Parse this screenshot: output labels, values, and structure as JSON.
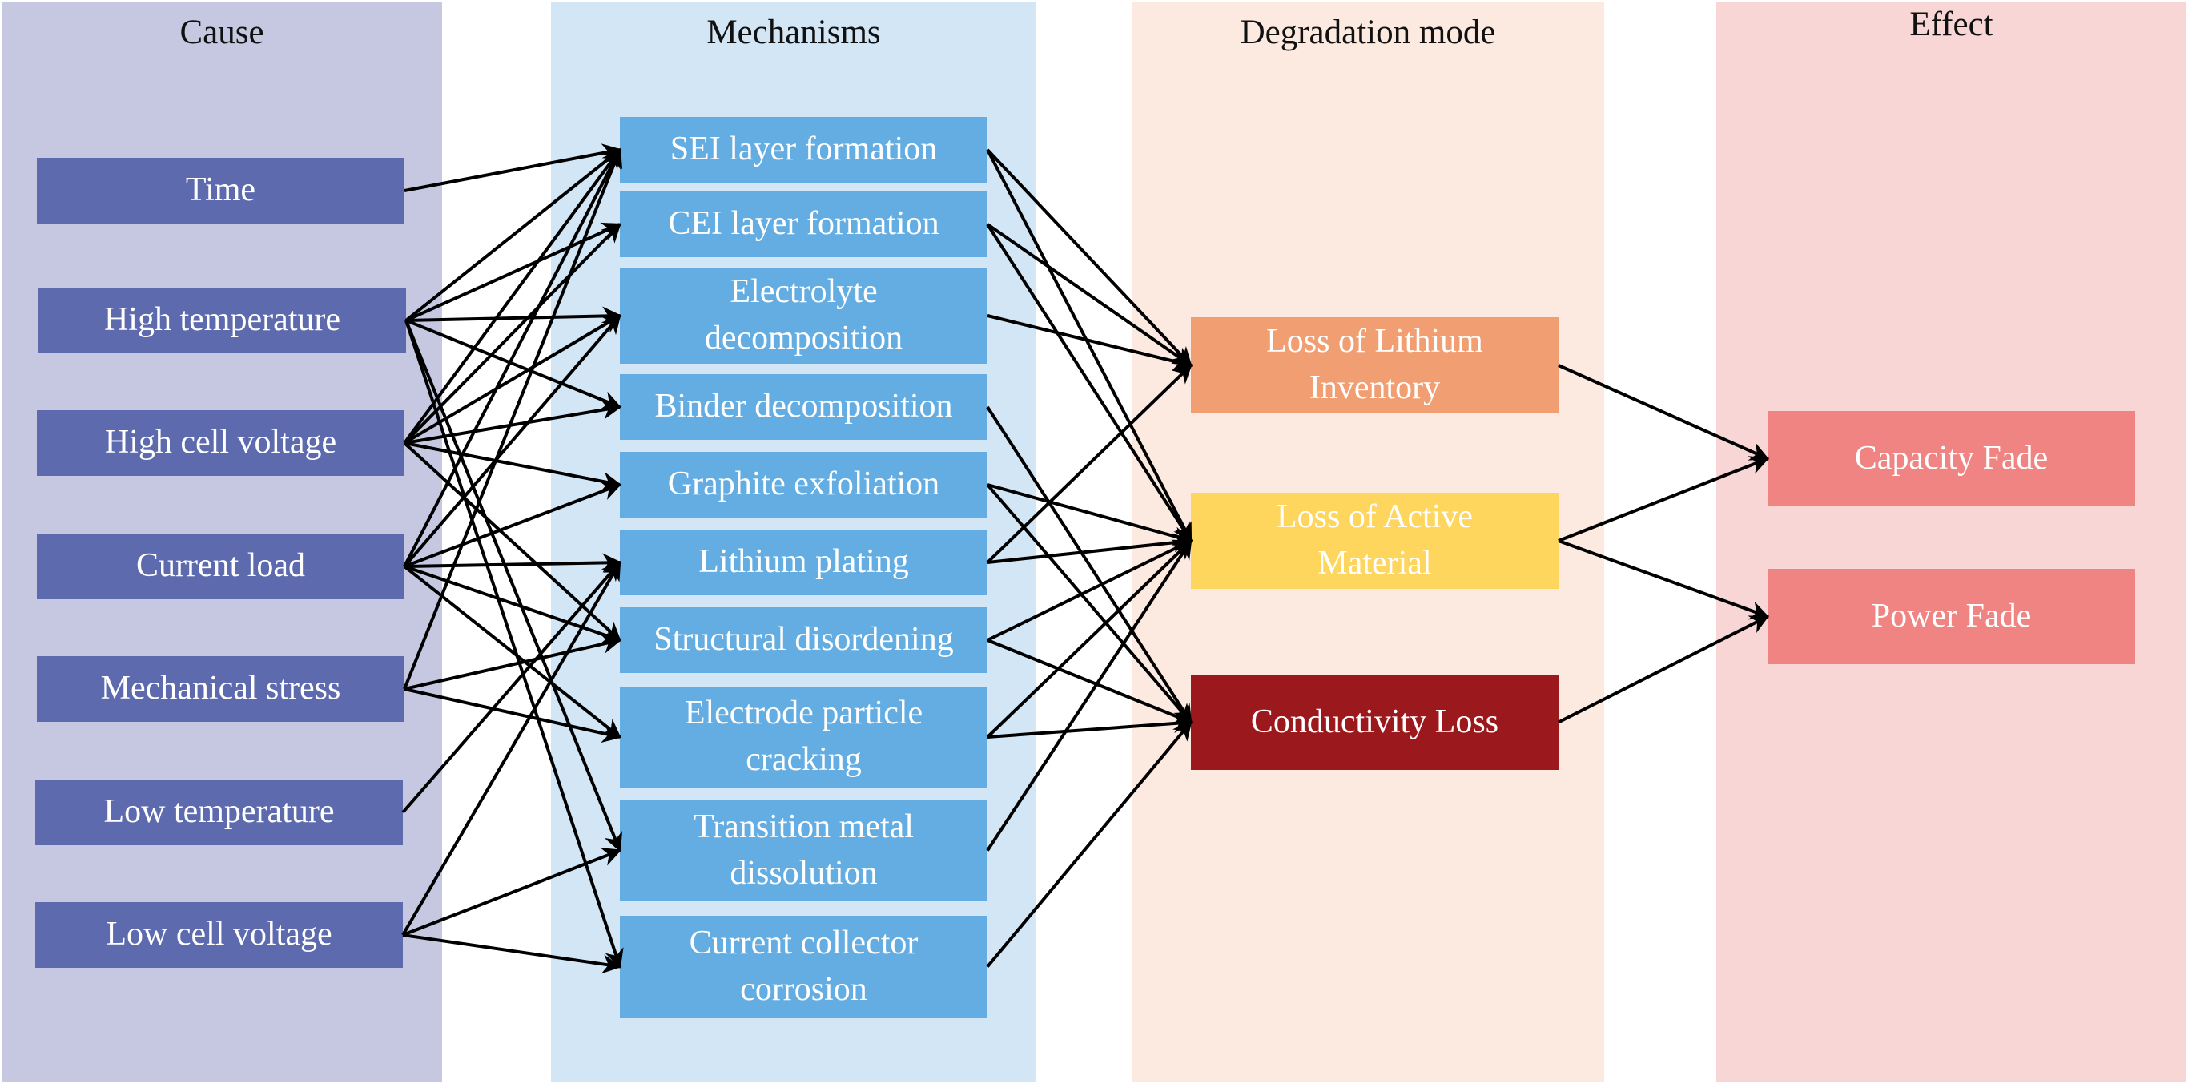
{
  "columns": {
    "cause": "Cause",
    "mechanisms": "Mechanisms",
    "degradation": "Degradation mode",
    "effect": "Effect"
  },
  "colors": {
    "cause_panel": "#c5c8e0",
    "cause_node": "#5d6aae",
    "mech_panel": "#d2e6f5",
    "mech_node": "#63ade2",
    "deg_panel": "#fce9e0",
    "lli": "#f19f72",
    "lam": "#fed55d",
    "cl": "#9b181c",
    "eff_panel": "#f8d6d6",
    "eff_node": "#ef8482",
    "arrow": "#000000"
  },
  "causes": [
    {
      "id": "time",
      "label": "Time"
    },
    {
      "id": "high-temperature",
      "label": "High temperature"
    },
    {
      "id": "high-cell-voltage",
      "label": "High cell voltage"
    },
    {
      "id": "current-load",
      "label": "Current load"
    },
    {
      "id": "mechanical-stress",
      "label": "Mechanical stress"
    },
    {
      "id": "low-temperature",
      "label": "Low temperature"
    },
    {
      "id": "low-cell-voltage",
      "label": "Low cell voltage"
    }
  ],
  "mechanisms": [
    {
      "id": "sei",
      "label": "SEI layer formation"
    },
    {
      "id": "cei",
      "label": "CEI layer formation"
    },
    {
      "id": "electrolyte",
      "label": "Electrolyte decomposition"
    },
    {
      "id": "binder",
      "label": "Binder decomposition"
    },
    {
      "id": "graphite",
      "label": "Graphite exfoliation"
    },
    {
      "id": "plating",
      "label": "Lithium plating"
    },
    {
      "id": "disordering",
      "label": "Structural disordening"
    },
    {
      "id": "cracking",
      "label": "Electrode particle cracking"
    },
    {
      "id": "tm-dissolution",
      "label": "Transition metal dissolution"
    },
    {
      "id": "cc-corrosion",
      "label": "Current collector corrosion"
    }
  ],
  "degradation_modes": [
    {
      "id": "lli",
      "label": "Loss of Lithium Inventory"
    },
    {
      "id": "lam",
      "label": "Loss of Active Material"
    },
    {
      "id": "cl",
      "label": "Conductivity Loss"
    }
  ],
  "effects": [
    {
      "id": "capacity",
      "label": "Capacity Fade"
    },
    {
      "id": "power",
      "label": "Power Fade"
    }
  ],
  "edges": {
    "cause_to_mechanism": [
      [
        "time",
        "sei"
      ],
      [
        "high-temperature",
        "sei"
      ],
      [
        "high-temperature",
        "cei"
      ],
      [
        "high-temperature",
        "electrolyte"
      ],
      [
        "high-temperature",
        "binder"
      ],
      [
        "high-temperature",
        "tm-dissolution"
      ],
      [
        "high-temperature",
        "cc-corrosion"
      ],
      [
        "high-cell-voltage",
        "sei"
      ],
      [
        "high-cell-voltage",
        "cei"
      ],
      [
        "high-cell-voltage",
        "electrolyte"
      ],
      [
        "high-cell-voltage",
        "binder"
      ],
      [
        "high-cell-voltage",
        "graphite"
      ],
      [
        "high-cell-voltage",
        "disordering"
      ],
      [
        "current-load",
        "sei"
      ],
      [
        "current-load",
        "electrolyte"
      ],
      [
        "current-load",
        "graphite"
      ],
      [
        "current-load",
        "plating"
      ],
      [
        "current-load",
        "disordering"
      ],
      [
        "current-load",
        "cracking"
      ],
      [
        "mechanical-stress",
        "sei"
      ],
      [
        "mechanical-stress",
        "disordering"
      ],
      [
        "mechanical-stress",
        "cracking"
      ],
      [
        "low-temperature",
        "plating"
      ],
      [
        "low-cell-voltage",
        "plating"
      ],
      [
        "low-cell-voltage",
        "tm-dissolution"
      ],
      [
        "low-cell-voltage",
        "cc-corrosion"
      ]
    ],
    "mechanism_to_degradation": [
      [
        "sei",
        "lli"
      ],
      [
        "sei",
        "lam"
      ],
      [
        "cei",
        "lli"
      ],
      [
        "cei",
        "lam"
      ],
      [
        "electrolyte",
        "lli"
      ],
      [
        "binder",
        "cl"
      ],
      [
        "graphite",
        "lam"
      ],
      [
        "graphite",
        "cl"
      ],
      [
        "plating",
        "lli"
      ],
      [
        "plating",
        "lam"
      ],
      [
        "disordering",
        "lam"
      ],
      [
        "disordering",
        "cl"
      ],
      [
        "cracking",
        "lam"
      ],
      [
        "cracking",
        "cl"
      ],
      [
        "tm-dissolution",
        "lam"
      ],
      [
        "cc-corrosion",
        "cl"
      ]
    ],
    "degradation_to_effect": [
      [
        "lli",
        "capacity"
      ],
      [
        "lam",
        "capacity"
      ],
      [
        "lam",
        "power"
      ],
      [
        "cl",
        "power"
      ]
    ]
  }
}
